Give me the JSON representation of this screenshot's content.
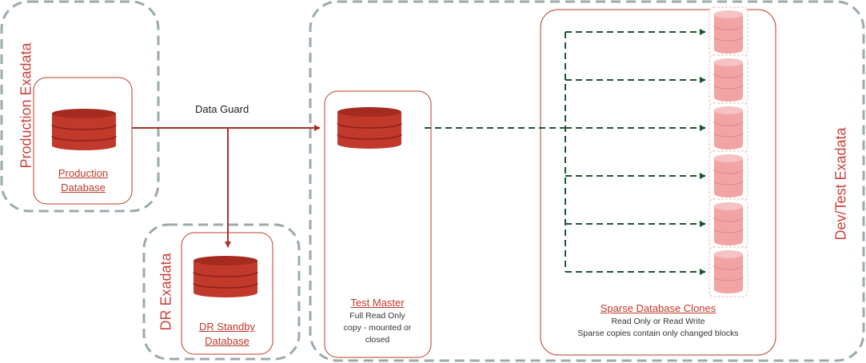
{
  "zones": {
    "production": {
      "label": "Production Exadata"
    },
    "dr": {
      "label": "DR Exadata"
    },
    "devtest": {
      "label": "Dev/Test Exadata"
    }
  },
  "nodes": {
    "production_db": {
      "title_line1": "Production",
      "title_line2": "Database"
    },
    "dr_standby": {
      "title_line1": "DR Standby",
      "title_line2": "Database"
    },
    "test_master": {
      "title": "Test Master",
      "desc_line1": "Full Read Only",
      "desc_line2": "copy - mounted or",
      "desc_line3": "closed"
    },
    "sparse_clones": {
      "title": "Sparse Database Clones",
      "desc_line1": "Read Only or Read Write",
      "desc_line2": "Sparse copies contain only changed blocks"
    }
  },
  "edges": {
    "data_guard": {
      "label": "Data Guard"
    }
  },
  "colors": {
    "zone_border": "#9aaba9",
    "node_border": "#c0392b",
    "db_dark": "#c0392b",
    "db_light": "#f2a3a3",
    "arrow_solid": "#a93226",
    "arrow_dashed": "#1e5631"
  }
}
